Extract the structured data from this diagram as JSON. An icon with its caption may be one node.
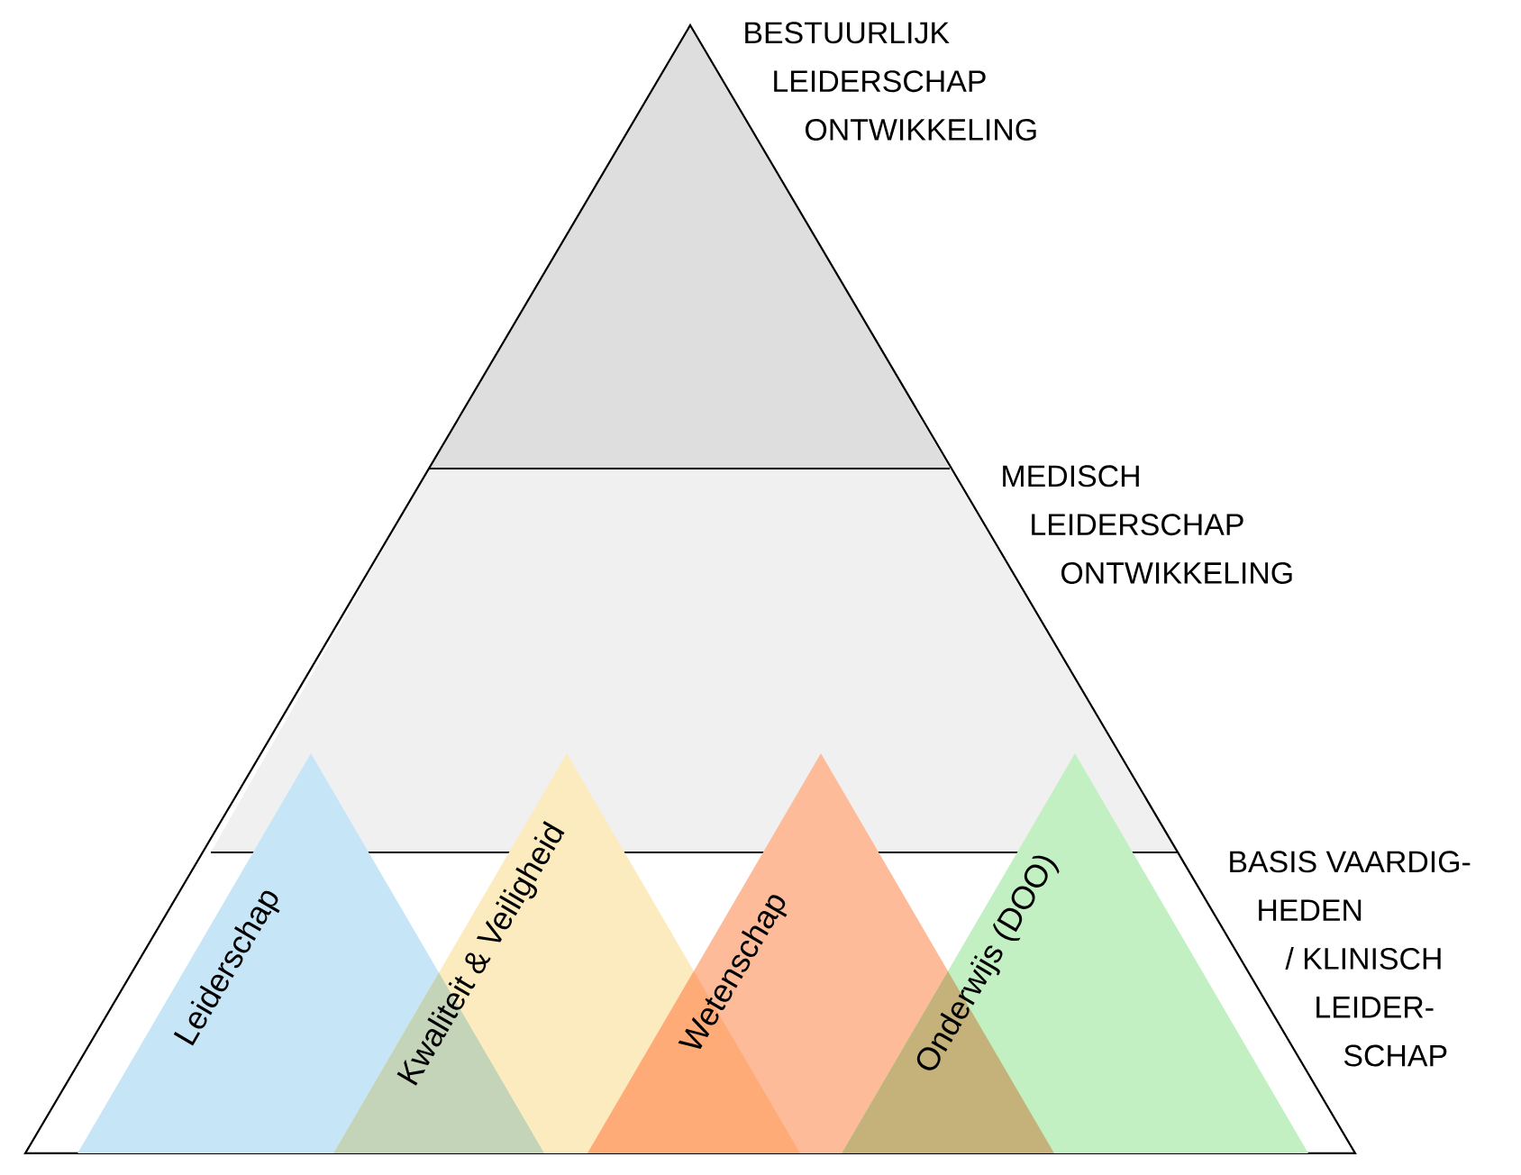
{
  "diagram": {
    "nodes": [
      {
        "text": [
          "BESTUURLIJK LEIDERSCHAP ONTWIKKELING"
        ]
      },
      {
        "text": [
          "MEDISCH LEIDERSCHAP ONTWIKKELING"
        ]
      },
      {
        "text": [
          "BASIS VAARDIG- HEDEN / KLINISCH LEIDER- SCHAP"
        ]
      },
      {
        "text": [
          "Leiderschap"
        ]
      },
      {
        "text": [
          "Kwaliteit & Veiligheid"
        ]
      },
      {
        "text": [
          "Wetenschap"
        ]
      },
      {
        "text": [
          "Onderwijs (DOO)"
        ]
      }
    ]
  }
}
